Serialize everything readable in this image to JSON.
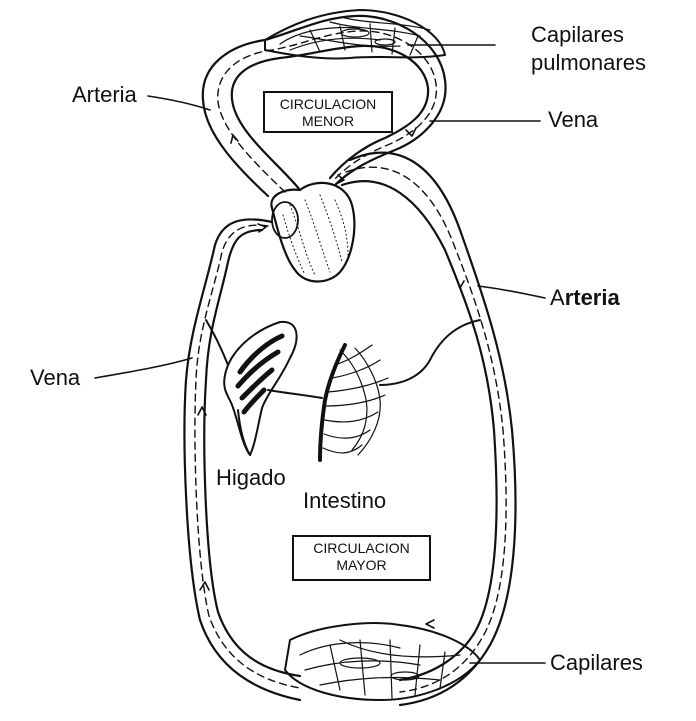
{
  "labels": {
    "capilares_pulmonares_1": "Capilares",
    "capilares_pulmonares_2": "pulmonares",
    "arteria_top": "Arteria",
    "vena_top": "Vena",
    "arteria_right_a": "A",
    "arteria_right_rest": "rteria",
    "vena_left": "Vena",
    "higado": "Higado",
    "intestino": "Intestino",
    "capilares_bottom": "Capilares"
  },
  "boxes": {
    "menor_1": "CIRCULACION",
    "menor_2": "MENOR",
    "mayor_1": "CIRCULACION",
    "mayor_2": "MAYOR"
  },
  "colors": {
    "ink": "#111111",
    "background": "#ffffff"
  }
}
